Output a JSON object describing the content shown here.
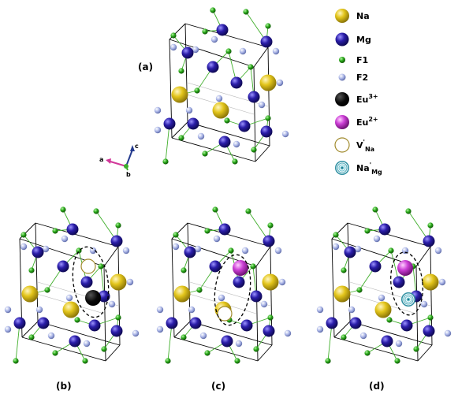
{
  "panels": [
    {
      "id": "a",
      "label": "(a)"
    },
    {
      "id": "b",
      "label": "(b)"
    },
    {
      "id": "c",
      "label": "(c)"
    },
    {
      "id": "d",
      "label": "(d)"
    }
  ],
  "legend": [
    {
      "id": "na",
      "label": "Na",
      "sup": "",
      "sub": "",
      "kind": "sphere",
      "color": "#e3c51b"
    },
    {
      "id": "mg",
      "label": "Mg",
      "sup": "",
      "sub": "",
      "kind": "sphere",
      "color": "#2b1eaa"
    },
    {
      "id": "f1",
      "label": "F1",
      "sup": "",
      "sub": "",
      "kind": "sphere",
      "color": "#2aa91a"
    },
    {
      "id": "f2",
      "label": "F2",
      "sup": "",
      "sub": "",
      "kind": "sphere",
      "color": "#a9b4e6"
    },
    {
      "id": "eu3",
      "label": "Eu",
      "sup": "3+",
      "sub": "",
      "kind": "sphere",
      "color": "#000000"
    },
    {
      "id": "eu2",
      "label": "Eu",
      "sup": "2+",
      "sub": "",
      "kind": "sphere",
      "color": "#cc3fd6"
    },
    {
      "id": "vna",
      "label": "V",
      "sup": "'",
      "sub": "Na",
      "kind": "vacancy",
      "color": "#a08a2c"
    },
    {
      "id": "namg",
      "label": "Na",
      "sup": "'",
      "sub": "Mg",
      "kind": "antisite",
      "color": "#2fa3b8"
    }
  ],
  "axes": {
    "a": "a",
    "b": "b",
    "c": "c"
  },
  "colors": {
    "na": "#e3c51b",
    "mg": "#2b1eaa",
    "f1": "#2aa91a",
    "f2": "#a9b4e6",
    "eu3": "#000000",
    "eu2": "#cc3fd6",
    "vacancy": "#a08a2c",
    "antisite": "#2fa3b8",
    "axis_a": "#d2389a",
    "axis_b": "#3cae2c",
    "axis_c": "#233a8e"
  }
}
